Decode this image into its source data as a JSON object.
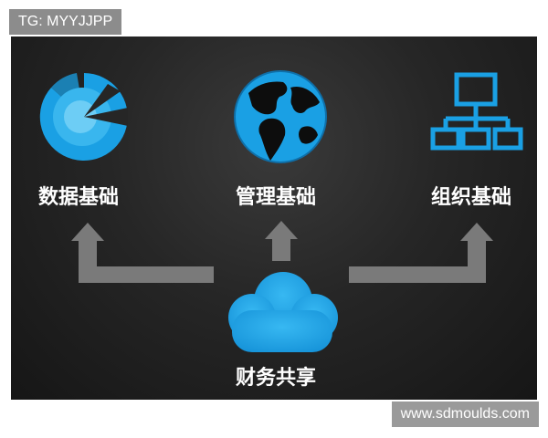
{
  "tag": "TG: MYYJJPP",
  "watermark": "www.sdmoulds.com",
  "nodes": {
    "data": {
      "label": "数据基础",
      "icon": "pie-chart-icon"
    },
    "management": {
      "label": "管理基础",
      "icon": "globe-icon"
    },
    "organization": {
      "label": "组织基础",
      "icon": "org-chart-icon"
    },
    "center": {
      "label": "财务共享",
      "icon": "cloud-icon"
    }
  },
  "colors": {
    "accent": "#1fa3e6",
    "arrow": "#7a7a7a",
    "background": "#1f1f1f"
  }
}
